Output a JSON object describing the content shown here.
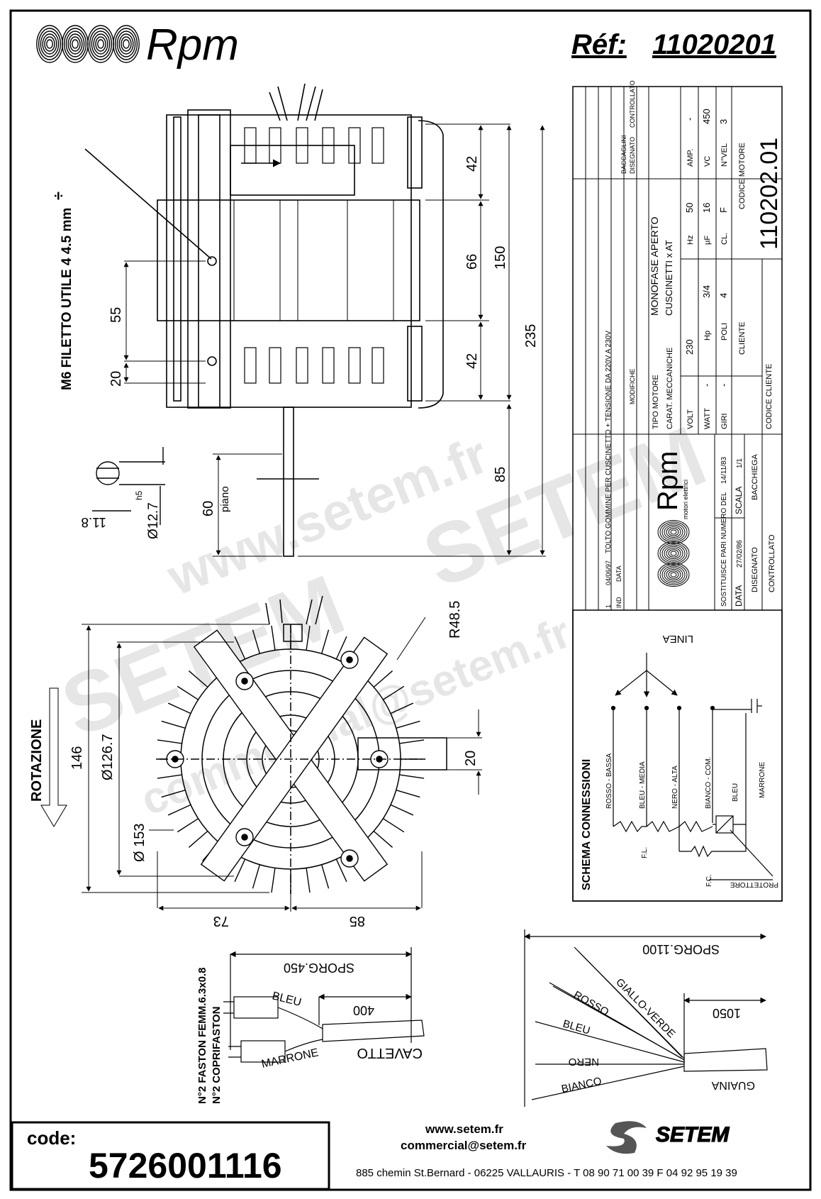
{
  "header": {
    "brand": "Rpm",
    "ref_label": "Réf:",
    "ref_value": "11020201"
  },
  "title_block": {
    "revisions": [
      {
        "ind": "1",
        "data": "04/06/97",
        "modifiche": "TOLTO GOMMINE PER CUSCINETTO + TENSIONE DA 220V A 230V"
      }
    ],
    "col_ind": "IND",
    "col_data": "DATA",
    "col_modifiche": "MODIFICHE",
    "col_disegnato": "DISEGNATO",
    "col_controllato": "CONTROLLATO",
    "baccaglini": "BACCAGLINI",
    "tipo_motore_label": "TIPO MOTORE",
    "tipo_motore": "MONOFASE APERTO",
    "carat_label": "CARAT. MECCANICHE",
    "carat": "CUSCINETTI x AT",
    "specs": [
      {
        "label": "VOLT",
        "value": "230"
      },
      {
        "label": "Hz",
        "value": "50"
      },
      {
        "label": "AMP.",
        "value": "-"
      },
      {
        "label": "WATT",
        "value": "-"
      },
      {
        "label": "Hp",
        "value": "3/4"
      },
      {
        "label": "µF",
        "value": "16"
      },
      {
        "label": "VC",
        "value": "450"
      },
      {
        "label": "GIRI",
        "value": "-"
      },
      {
        "label": "POLI",
        "value": "4"
      },
      {
        "label": "CL.",
        "value": "F"
      },
      {
        "label": "N°VEL",
        "value": "3"
      }
    ],
    "cliente_label": "CLIENTE",
    "codice_motore_label": "CODICE MOTORE",
    "codice_motore": "110202.01",
    "codice_cliente_label": "CODICE CLIENTE",
    "logo_text": "Rpm",
    "logo_sub": "motori elettrici",
    "sostituisce_label": "SOSTITUISCE PARI NUMERO DEL",
    "sostituisce_value": "14/11/83",
    "data_label": "DATA",
    "data_value": "27/02/86",
    "scala_label": "SCALA",
    "scala_value": "1/1",
    "disegnato_label": "DISEGNATO",
    "disegnato_value": "BACCHIEGA",
    "controllato_label": "CONTROLLATO"
  },
  "side_view": {
    "thread_note": "M6 FILETTO UTILE 4  4.5 mm",
    "dim_42_top": "42",
    "dim_66": "66",
    "dim_150": "150",
    "dim_42_bottom": "42",
    "dim_235": "235",
    "dim_55": "55",
    "dim_20": "20",
    "dim_85": "85",
    "dim_60": "60",
    "piano": "piano",
    "shaft_flat": "11.8",
    "shaft_dia": "Ø12.7",
    "shaft_tol": "h5"
  },
  "front_view": {
    "rotation": "ROTAZIONE",
    "dim_146": "146",
    "dim_126_7": "Ø126.7",
    "dim_153": "Ø 153",
    "dim_r48_5": "R48.5",
    "dim_20": "20",
    "dim_73": "73",
    "dim_85": "85"
  },
  "schema": {
    "title": "SCHEMA CONNESSIONI",
    "linea": "LINEA",
    "wires": [
      "ROSSO - BASSA",
      "BLEU - MEDIA",
      "NERO - ALTA",
      "BIANCO - COM."
    ],
    "bleu": "BLEU",
    "marrone": "MARRONE",
    "fl": "F.L.",
    "fc": "F.C.",
    "protettore": "PROTETTORE"
  },
  "cable_left": {
    "sporg": "SPORG.450",
    "dim_400": "400",
    "bleu": "BLEU",
    "marrone": "MARRONE",
    "cavetto": "CAVETTO",
    "faston": "N°2 FASTON FEMM.6.3x0.8",
    "coprifaston": "N°2 COPRIFASTON"
  },
  "cable_right": {
    "sporg": "SPORG.1100",
    "dim_1050": "1050",
    "giallo": "GIALLO-VERDE",
    "rosso": "ROSSO",
    "bleu": "BLEU",
    "nero": "NERO",
    "bianco": "BIANCO",
    "guaina": "GUAINA"
  },
  "footer": {
    "code_label": "code:",
    "code_value": "5726001116",
    "web": "www.setem.fr",
    "email": "commercial@setem.fr",
    "address": "885 chemin St.Bernard  -  06225 VALLAURIS  -  T 08 90 71 00 39  F 04 92 95 19 39",
    "brand": "SETEM"
  },
  "watermark": {
    "url": "www.setem.fr",
    "brand": "SETEM",
    "email": "commercial@setem.fr"
  }
}
